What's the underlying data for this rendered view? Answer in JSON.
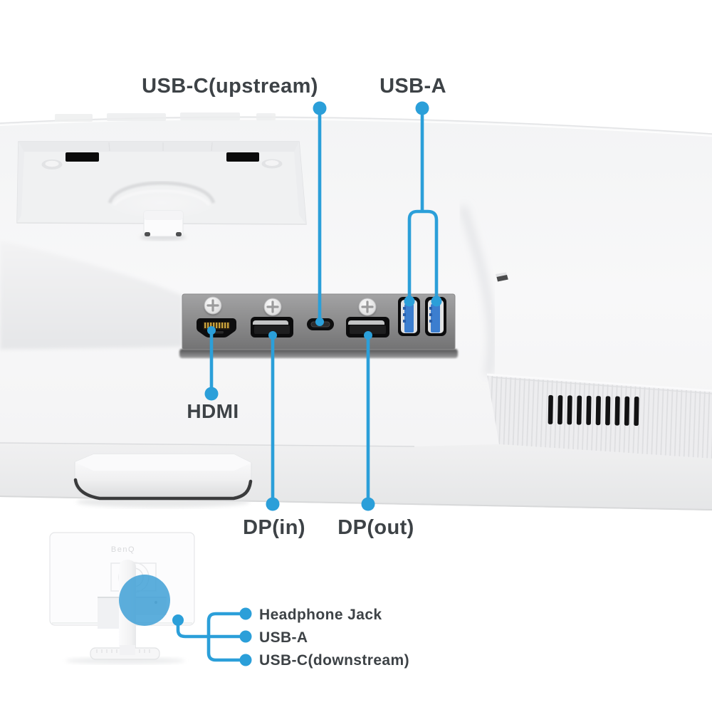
{
  "page": {
    "type": "monitor-rear-io-connectivity-diagram",
    "background": "#ffffff"
  },
  "colors": {
    "accent_blue": "#2B9FD9",
    "label_text": "#3D4246",
    "usb_tongue_blue": "#3C7ECF",
    "ports_panel_gray": "#8F8F90",
    "monitor_body": "#F6F6F7"
  },
  "brand": {
    "logo_text": "BenQ"
  },
  "callouts": {
    "top": {
      "usb_c_upstream": "USB-C(upstream)",
      "usb_a": "USB-A"
    },
    "ports_row": {
      "hdmi": "HDMI",
      "dp_in": "DP(in)",
      "dp_out": "DP(out)"
    },
    "side_panel": {
      "headphone_jack": "Headphone Jack",
      "usb_a": "USB-A",
      "usb_c_downstream": "USB-C(downstream)"
    }
  },
  "icons": {
    "ports": [
      "hdmi-port-icon",
      "dp-in-port-icon",
      "usb-c-port-icon",
      "dp-out-port-icon",
      "usb-a-port-1-icon",
      "usb-a-port-2-icon"
    ],
    "other": [
      "vesa-mount-recess",
      "stand-release-button",
      "security-lock-slot",
      "vent-grille",
      "io-highlight-circle",
      "stand-release-bracket"
    ]
  }
}
